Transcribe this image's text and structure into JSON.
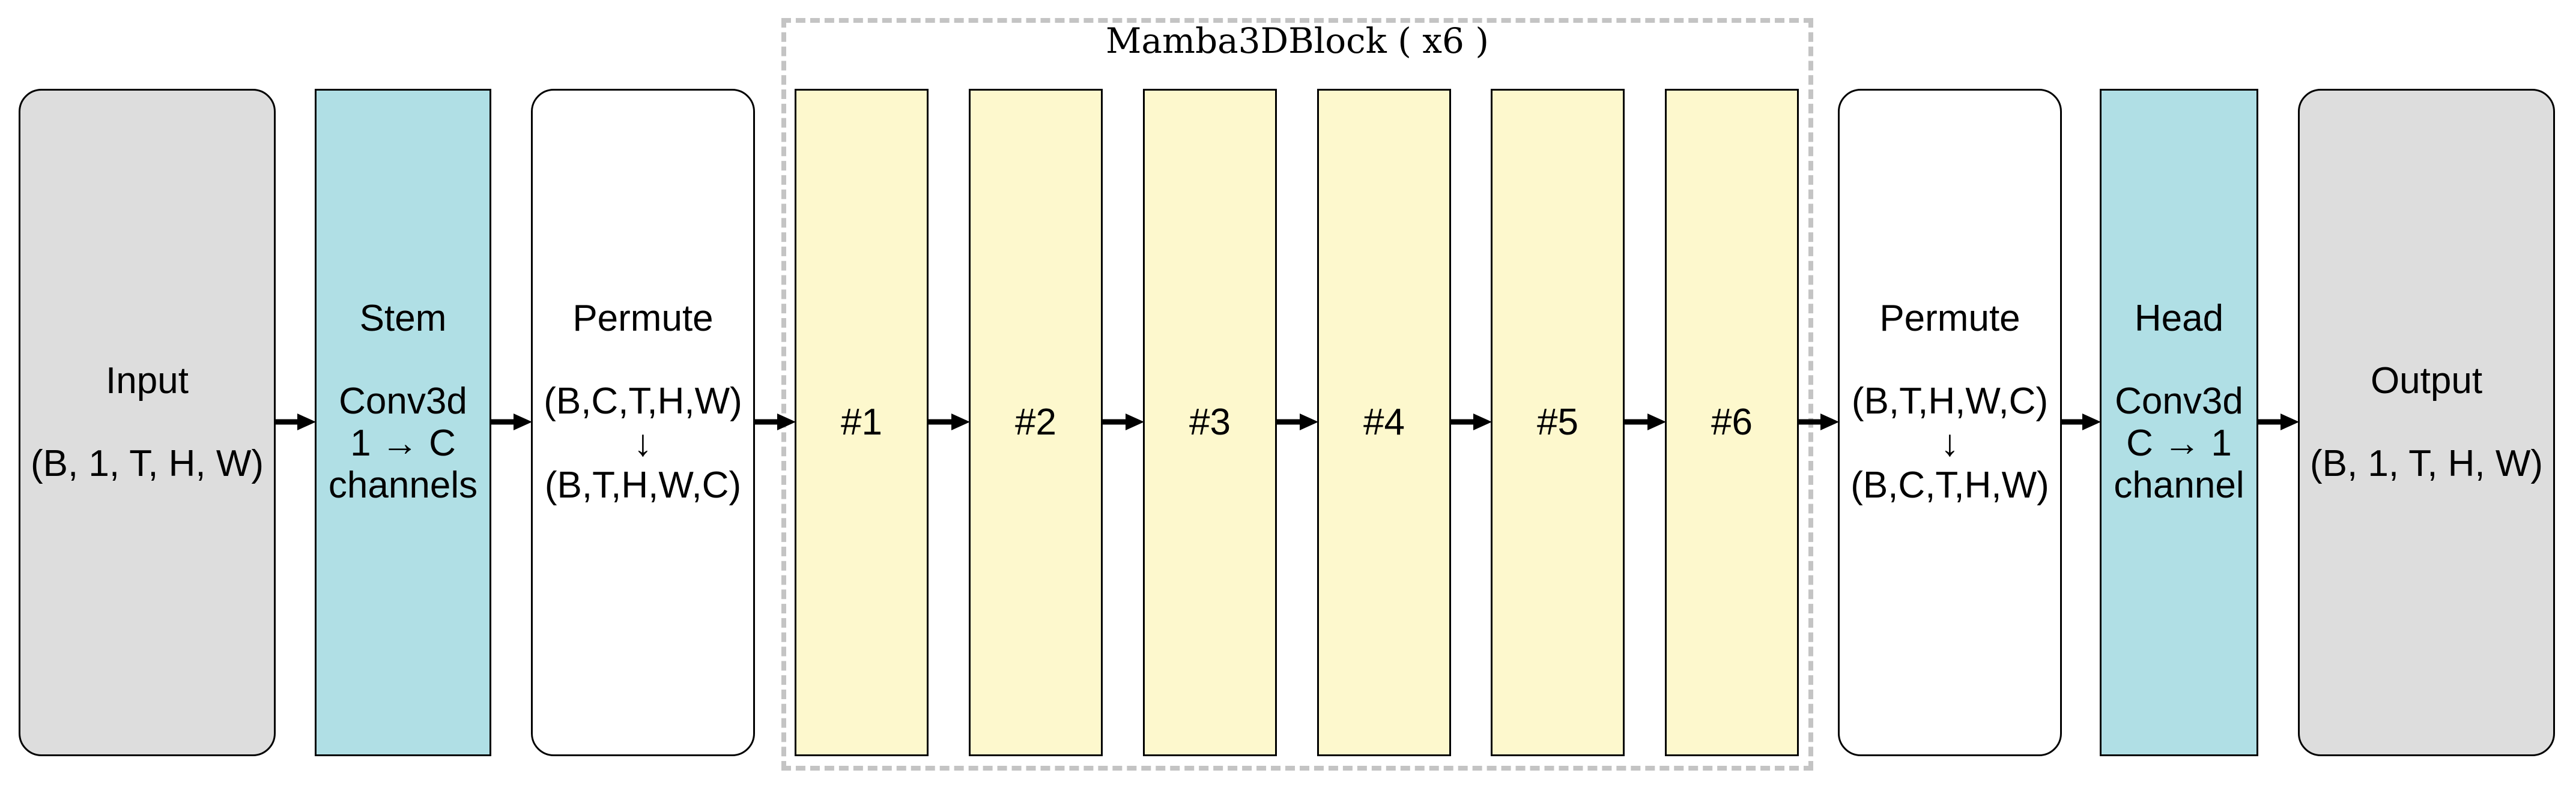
{
  "colors": {
    "io_fill": "#dddddd",
    "conv_fill": "#b0dfe5",
    "permute_fill": "#ffffff",
    "block_fill": "#fdf8cd",
    "group_border": "#c4c4c4",
    "stroke": "#000000"
  },
  "input": {
    "title": "Input",
    "shape": "(B, 1, T, H, W)"
  },
  "stem": {
    "title": "Stem",
    "line1": "Conv3d",
    "line2": "1 → C",
    "line3": "channels"
  },
  "permute_in": {
    "title": "Permute",
    "from": "(B,C,T,H,W)",
    "arrow": "↓",
    "to": "(B,T,H,W,C)"
  },
  "blocks_group": {
    "title": "Mamba3DBlock ( x6 )",
    "blocks": [
      "#1",
      "#2",
      "#3",
      "#4",
      "#5",
      "#6"
    ]
  },
  "permute_out": {
    "title": "Permute",
    "from": "(B,T,H,W,C)",
    "arrow": "↓",
    "to": "(B,C,T,H,W)"
  },
  "head": {
    "title": "Head",
    "line1": "Conv3d",
    "line2": "C → 1",
    "line3": "channel"
  },
  "output": {
    "title": "Output",
    "shape": "(B, 1, T, H, W)"
  }
}
